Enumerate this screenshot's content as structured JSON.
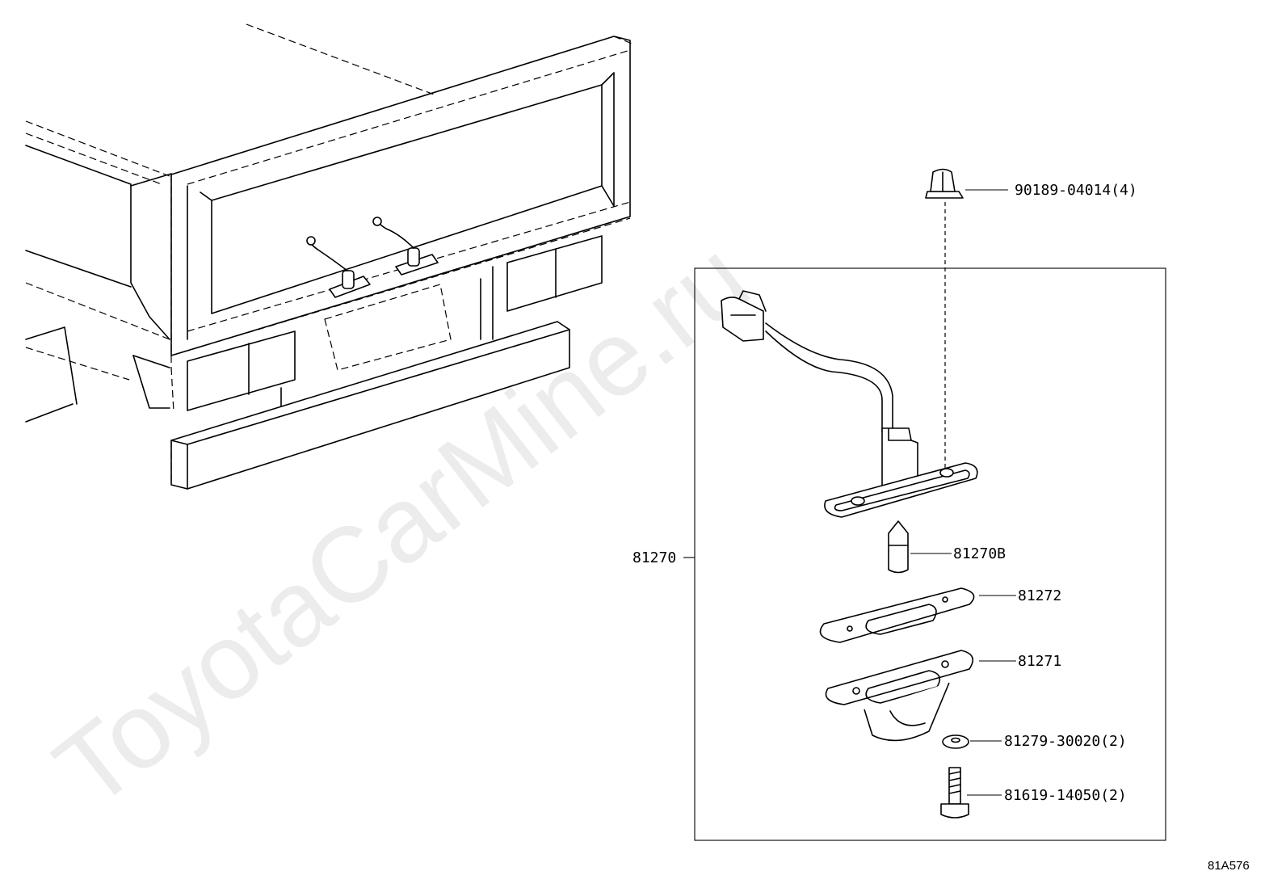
{
  "watermark": "ToyotaCarMine.ru",
  "diagram_code": "81A576",
  "parts": [
    {
      "id": "clip",
      "label": "90189-04014(4)"
    },
    {
      "id": "assembly",
      "label": "81270"
    },
    {
      "id": "bulb",
      "label": "81270B"
    },
    {
      "id": "gasket",
      "label": "81272"
    },
    {
      "id": "housing",
      "label": "81271"
    },
    {
      "id": "washer",
      "label": "81279-30020(2)"
    },
    {
      "id": "screw",
      "label": "81619-14050(2)"
    }
  ]
}
